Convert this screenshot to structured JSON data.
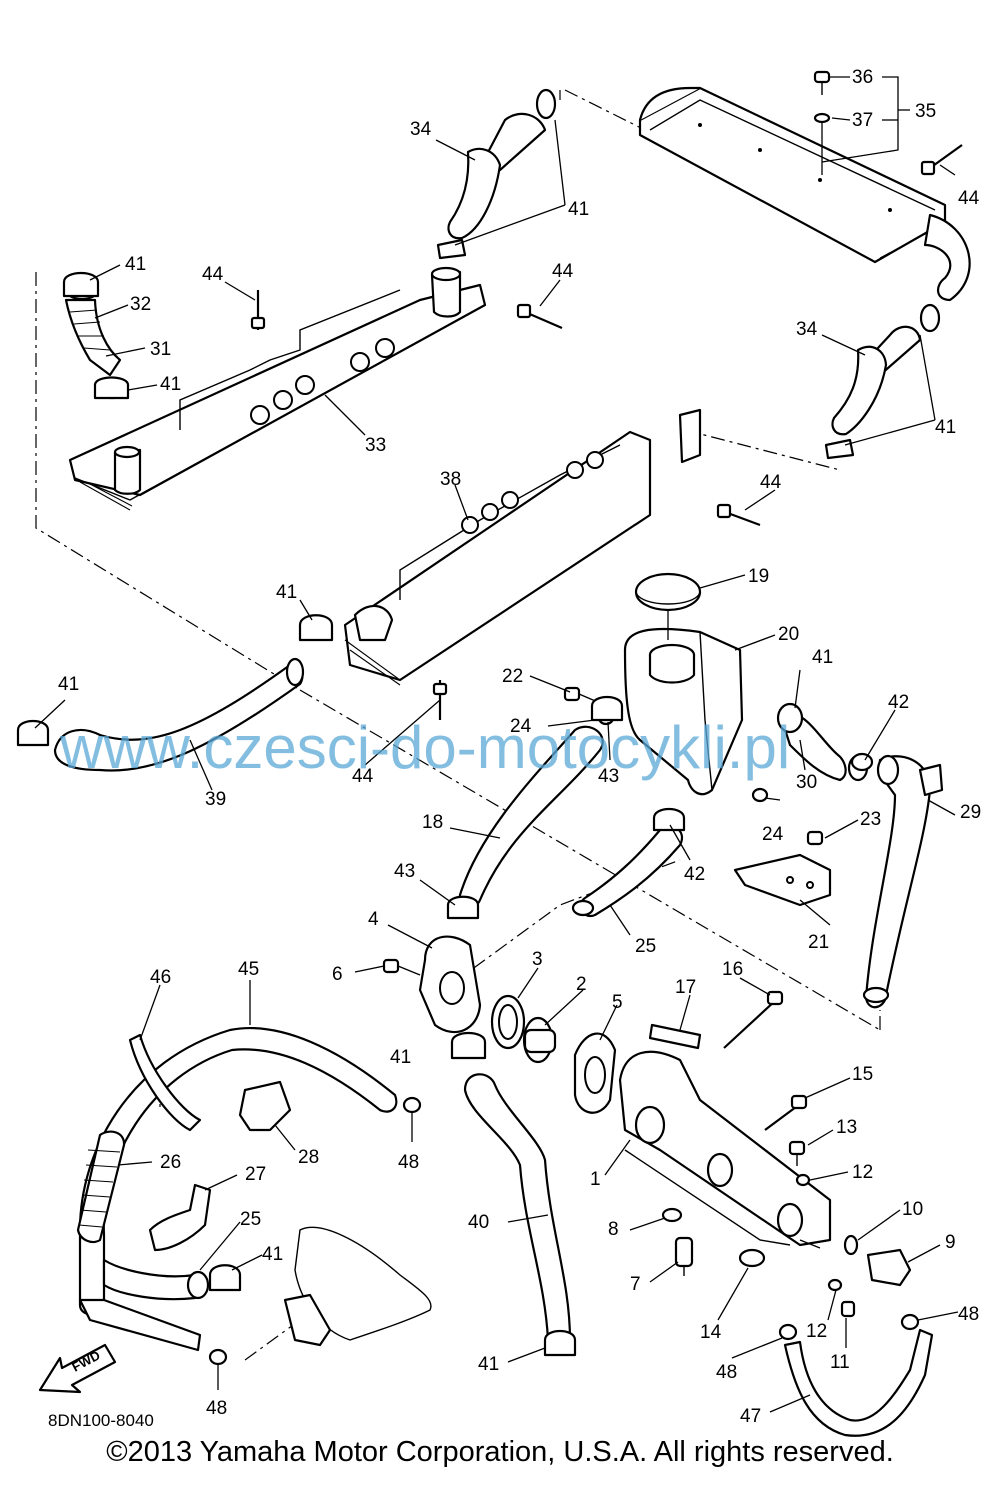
{
  "diagram": {
    "ref_code": "8DN100-8040",
    "copyright": "©2013 Yamaha Motor Corporation, U.S.A. All rights reserved.",
    "watermark": "www.czesci-do-motocykli.pl",
    "fwd_label": "FWD",
    "callouts": [
      {
        "id": "1",
        "text": "1"
      },
      {
        "id": "2",
        "text": "2"
      },
      {
        "id": "3",
        "text": "3"
      },
      {
        "id": "4",
        "text": "4"
      },
      {
        "id": "5",
        "text": "5"
      },
      {
        "id": "6",
        "text": "6"
      },
      {
        "id": "7",
        "text": "7"
      },
      {
        "id": "8",
        "text": "8"
      },
      {
        "id": "9",
        "text": "9"
      },
      {
        "id": "10",
        "text": "10"
      },
      {
        "id": "11",
        "text": "11"
      },
      {
        "id": "12a",
        "text": "12"
      },
      {
        "id": "12b",
        "text": "12"
      },
      {
        "id": "13",
        "text": "13"
      },
      {
        "id": "14",
        "text": "14"
      },
      {
        "id": "15",
        "text": "15"
      },
      {
        "id": "16",
        "text": "16"
      },
      {
        "id": "17",
        "text": "17"
      },
      {
        "id": "18",
        "text": "18"
      },
      {
        "id": "19",
        "text": "19"
      },
      {
        "id": "20",
        "text": "20"
      },
      {
        "id": "21",
        "text": "21"
      },
      {
        "id": "22",
        "text": "22"
      },
      {
        "id": "23",
        "text": "23"
      },
      {
        "id": "24a",
        "text": "24"
      },
      {
        "id": "24b",
        "text": "24"
      },
      {
        "id": "25a",
        "text": "25"
      },
      {
        "id": "25b",
        "text": "25"
      },
      {
        "id": "26",
        "text": "26"
      },
      {
        "id": "27",
        "text": "27"
      },
      {
        "id": "28",
        "text": "28"
      },
      {
        "id": "29",
        "text": "29"
      },
      {
        "id": "30",
        "text": "30"
      },
      {
        "id": "31",
        "text": "31"
      },
      {
        "id": "32",
        "text": "32"
      },
      {
        "id": "33",
        "text": "33"
      },
      {
        "id": "34a",
        "text": "34"
      },
      {
        "id": "34b",
        "text": "34"
      },
      {
        "id": "35",
        "text": "35"
      },
      {
        "id": "36",
        "text": "36"
      },
      {
        "id": "37",
        "text": "37"
      },
      {
        "id": "38",
        "text": "38"
      },
      {
        "id": "39",
        "text": "39"
      },
      {
        "id": "40",
        "text": "40"
      },
      {
        "id": "41a",
        "text": "41"
      },
      {
        "id": "41b",
        "text": "41"
      },
      {
        "id": "41c",
        "text": "41"
      },
      {
        "id": "41d",
        "text": "41"
      },
      {
        "id": "41e",
        "text": "41"
      },
      {
        "id": "41f",
        "text": "41"
      },
      {
        "id": "41g",
        "text": "41"
      },
      {
        "id": "41h",
        "text": "41"
      },
      {
        "id": "41i",
        "text": "41"
      },
      {
        "id": "41j",
        "text": "41"
      },
      {
        "id": "42a",
        "text": "42"
      },
      {
        "id": "42b",
        "text": "42"
      },
      {
        "id": "43a",
        "text": "43"
      },
      {
        "id": "43b",
        "text": "43"
      },
      {
        "id": "44a",
        "text": "44"
      },
      {
        "id": "44b",
        "text": "44"
      },
      {
        "id": "44c",
        "text": "44"
      },
      {
        "id": "44d",
        "text": "44"
      },
      {
        "id": "44e",
        "text": "44"
      },
      {
        "id": "45",
        "text": "45"
      },
      {
        "id": "46",
        "text": "46"
      },
      {
        "id": "47",
        "text": "47"
      },
      {
        "id": "48a",
        "text": "48"
      },
      {
        "id": "48b",
        "text": "48"
      },
      {
        "id": "48c",
        "text": "48"
      },
      {
        "id": "48d",
        "text": "48"
      }
    ]
  }
}
